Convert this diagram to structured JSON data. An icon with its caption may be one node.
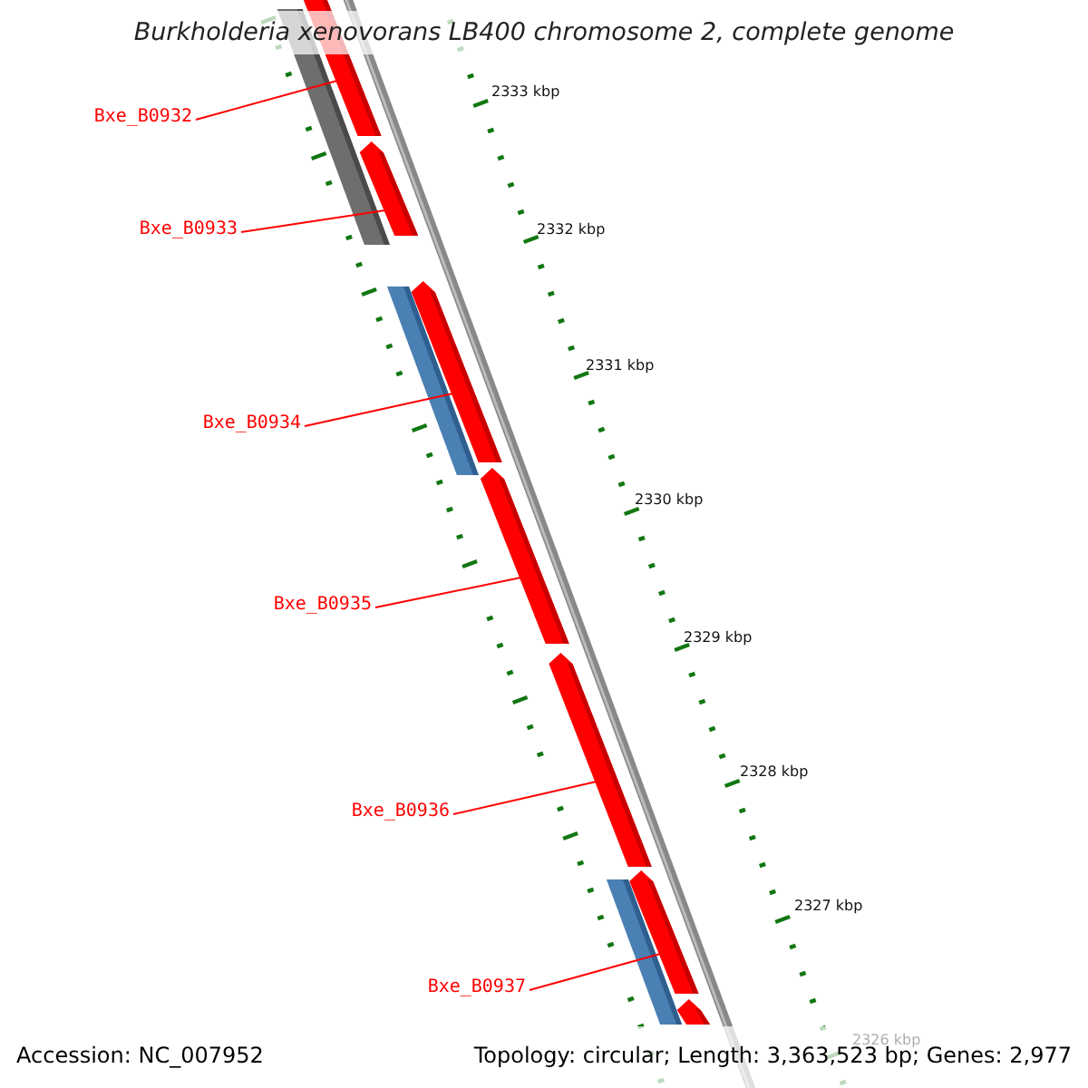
{
  "diagram": {
    "title": "Burkholderia xenovorans LB400 chromosome 2, complete genome",
    "nodes": [
      {
        "text": [
          "Bxe_B0932"
        ]
      },
      {
        "text": [
          "Bxe_B0933"
        ]
      },
      {
        "text": [
          "Bxe_B0934"
        ]
      },
      {
        "text": [
          "Bxe_B0935"
        ]
      },
      {
        "text": [
          "Bxe_B0936"
        ]
      },
      {
        "text": [
          "Bxe_B0937"
        ]
      },
      {
        "text": [],
        "shape": "arrow"
      },
      {
        "text": [],
        "shape": "arrow"
      },
      {
        "text": [],
        "shape": "arrow"
      },
      {
        "text": [],
        "shape": "arrow"
      },
      {
        "text": [],
        "shape": "arrow"
      },
      {
        "text": [],
        "shape": "arrow"
      },
      {
        "text": [],
        "shape": "arrow"
      },
      {
        "text": [],
        "shape": "bar"
      },
      {
        "text": [],
        "shape": "bar"
      },
      {
        "text": [],
        "shape": "bar"
      }
    ],
    "edges": [
      {
        "from": 0,
        "to": 6,
        "arrow": "none"
      },
      {
        "from": 1,
        "to": 7,
        "arrow": "none"
      },
      {
        "from": 2,
        "to": 8,
        "arrow": "none"
      },
      {
        "from": 3,
        "to": 9,
        "arrow": "none"
      },
      {
        "from": 4,
        "to": 10,
        "arrow": "none"
      },
      {
        "from": 5,
        "to": 11,
        "arrow": "none"
      }
    ],
    "labels": [
      "2333 kbp",
      "2332 kbp",
      "2331 kbp",
      "2330 kbp",
      "2329 kbp",
      "2328 kbp",
      "2327 kbp",
      "2326 kbp",
      "Accession: NC_007952",
      "Topology: circular; Length: 3,363,523 bp; Genes: 2,977"
    ]
  }
}
